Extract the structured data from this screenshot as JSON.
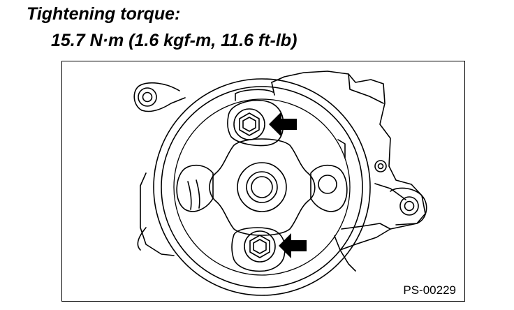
{
  "spec": {
    "heading": "Tightening torque:",
    "value": "15.7 N·m (1.6 kgf-m, 11.6 ft-lb)"
  },
  "figure": {
    "code": "PS-00229",
    "subject": "power steering pump pulley with two mounting bolts",
    "arrow_count": 2,
    "icons": [
      "bolt-icon",
      "arrow-icon"
    ]
  }
}
